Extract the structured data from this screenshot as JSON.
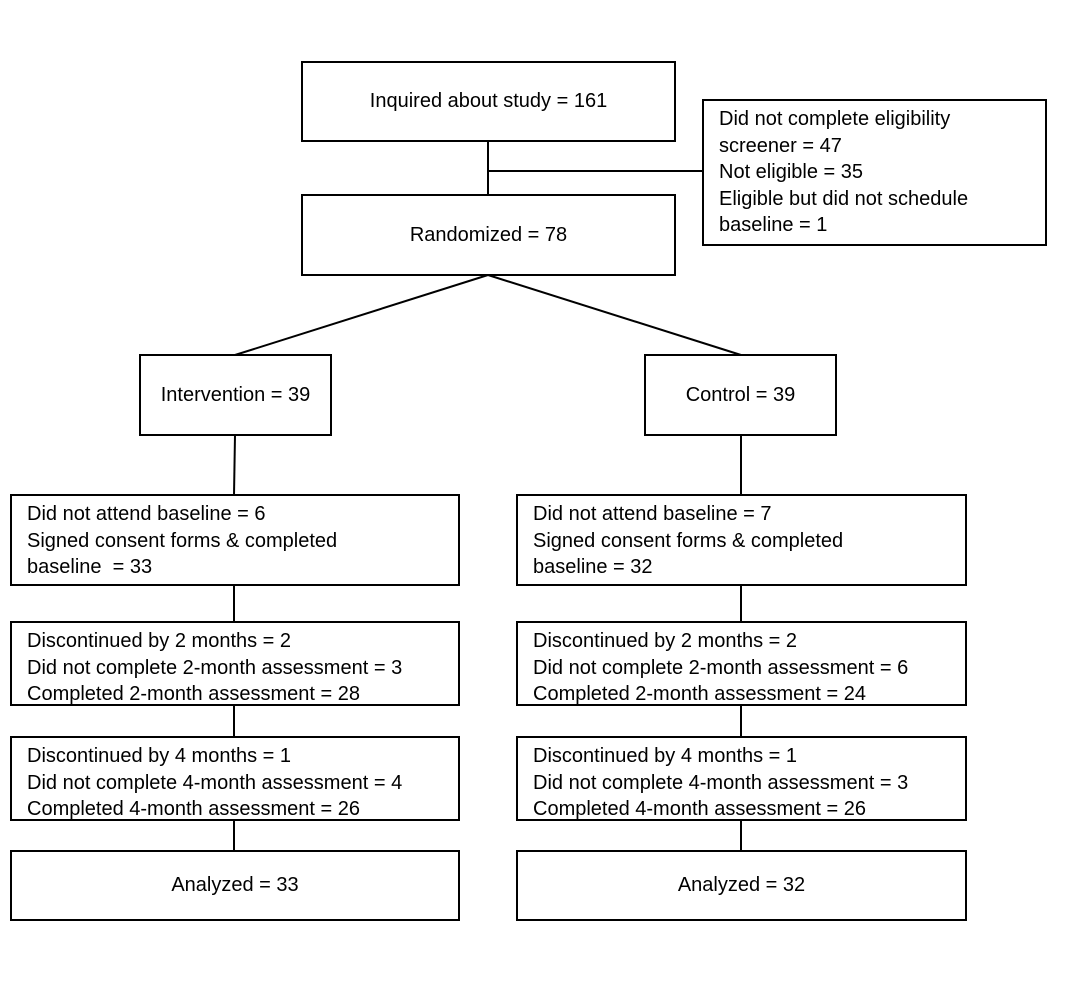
{
  "top": {
    "inquired": "Inquired about study = 161",
    "randomized": "Randomized = 78",
    "excluded_lines": [
      "Did not complete eligibility",
      "screener = 47",
      "Not eligible = 35",
      "Eligible but did not schedule",
      "baseline = 1"
    ]
  },
  "intervention": {
    "label": "Intervention = 39",
    "baseline_lines": [
      "Did not attend baseline = 6",
      "Signed consent forms & completed",
      "baseline  = 33"
    ],
    "month2_lines": [
      "Discontinued by 2 months = 2",
      "Did not complete 2-month assessment = 3",
      "Completed 2-month assessment = 28"
    ],
    "month4_lines": [
      "Discontinued by 4 months = 1",
      "Did not complete 4-month assessment = 4",
      "Completed 4-month assessment = 26"
    ],
    "analyzed": "Analyzed = 33"
  },
  "control": {
    "label": "Control = 39",
    "baseline_lines": [
      "Did not attend baseline = 7",
      "Signed consent forms & completed",
      "baseline = 32"
    ],
    "month2_lines": [
      "Discontinued by 2 months = 2",
      "Did not complete 2-month assessment = 6",
      "Completed 2-month assessment = 24"
    ],
    "month4_lines": [
      "Discontinued by 4 months = 1",
      "Did not complete 4-month assessment = 3",
      "Completed 4-month assessment = 26"
    ],
    "analyzed": "Analyzed = 32"
  }
}
